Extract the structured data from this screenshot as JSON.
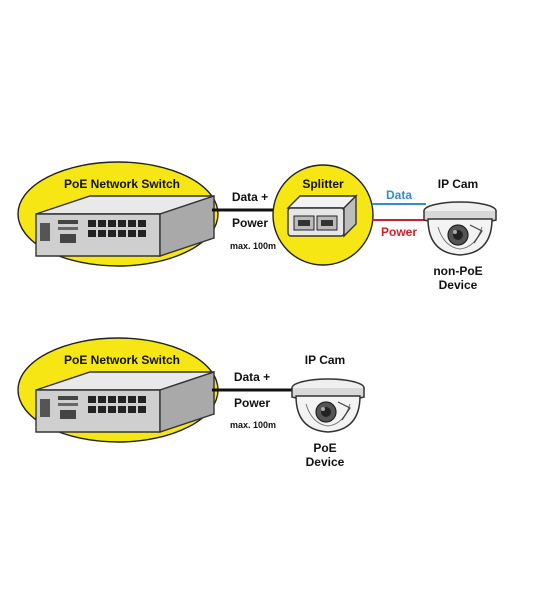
{
  "colors": {
    "highlight_yellow": "#f5e614",
    "outline": "#222222",
    "cable": "#111111",
    "data_line": "#2f8fce",
    "power_line": "#c8232c"
  },
  "diagram_top": {
    "switch_label": "PoE Network Switch",
    "link_line1": "Data +",
    "link_line2": "Power",
    "link_distance": "max. 100m",
    "splitter_label": "Splitter",
    "data_label": "Data",
    "power_label": "Power",
    "camera_title": "IP Cam",
    "camera_caption_line1": "non-PoE",
    "camera_caption_line2": "Device"
  },
  "diagram_bottom": {
    "switch_label": "PoE Network Switch",
    "link_line1": "Data +",
    "link_line2": "Power",
    "link_distance": "max. 100m",
    "camera_title": "IP Cam",
    "camera_caption_line1": "PoE",
    "camera_caption_line2": "Device"
  },
  "icons": {
    "switch": "network-switch-icon",
    "splitter": "poe-splitter-icon",
    "camera": "dome-camera-icon"
  }
}
